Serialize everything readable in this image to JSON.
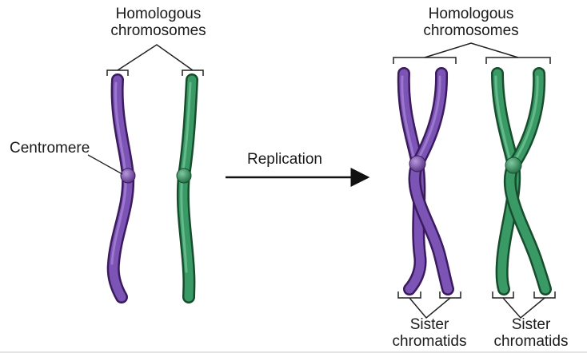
{
  "labels": {
    "left_homologous": [
      "Homologous",
      "chromosomes"
    ],
    "right_homologous": [
      "Homologous",
      "chromosomes"
    ],
    "centromere": "Centromere",
    "replication": "Replication",
    "sister_left": [
      "Sister",
      "chromatids"
    ],
    "sister_right": [
      "Sister",
      "chromatids"
    ]
  },
  "colors": {
    "purple_chromosome": "#6a3d9a",
    "green_chromosome": "#2e8b5a",
    "bracket": "#222222"
  }
}
